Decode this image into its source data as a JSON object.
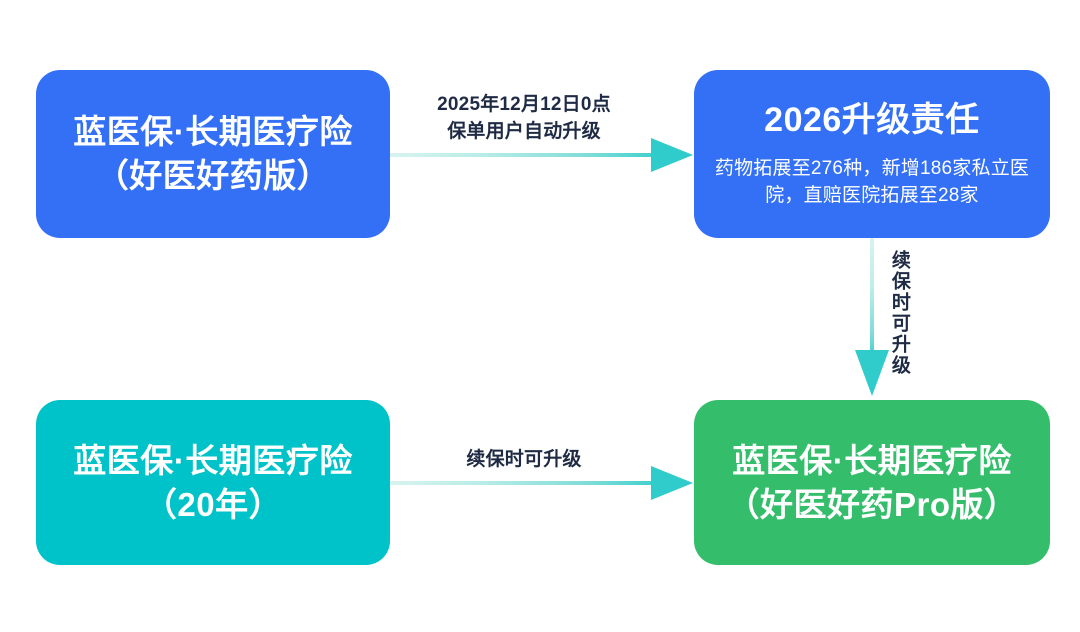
{
  "diagram": {
    "title_semantic": "insurance-product-upgrade-flow",
    "background_color": "#ffffff",
    "nodes": [
      {
        "id": "blue-left",
        "title": "蓝医保·长期医疗险\n（好医好药版）",
        "color": "#3370F5"
      },
      {
        "id": "blue-right",
        "title": "2026升级责任",
        "subtitle": "药物拓展至276种，新增186家私立医院，直赔医院拓展至28家",
        "color": "#3370F5"
      },
      {
        "id": "teal-left",
        "title": "蓝医保·长期医疗险\n（20年）",
        "color": "#00C2C9"
      },
      {
        "id": "green-right",
        "title": "蓝医保·长期医疗险\n（好医好药Pro版）",
        "color": "#34BE6B"
      }
    ],
    "edges": [
      {
        "id": "top-horizontal",
        "label": "2025年12月12日0点\n保单用户自动升级",
        "from": "blue-left",
        "to": "blue-right",
        "direction": "right",
        "arrow_color": "#2FCCCB",
        "label_color": "#1F2A44"
      },
      {
        "id": "right-vertical",
        "label": "续保时可升级",
        "from": "blue-right",
        "to": "green-right",
        "direction": "down",
        "arrow_color": "#2FCCCB",
        "label_color": "#1F2A44"
      },
      {
        "id": "bottom-horizontal",
        "label": "续保时可升级",
        "from": "teal-left",
        "to": "green-right",
        "direction": "right",
        "arrow_color": "#2FCCCB",
        "label_color": "#1F2A44"
      }
    ]
  }
}
